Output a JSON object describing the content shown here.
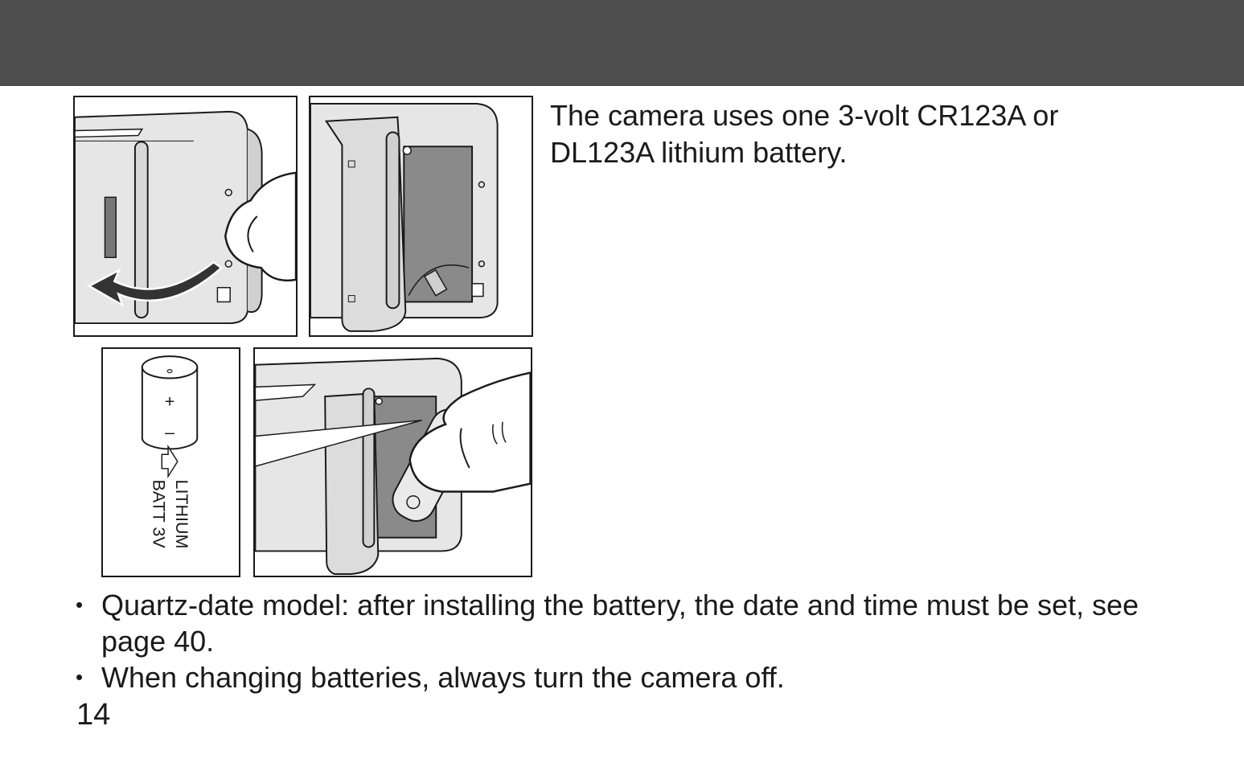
{
  "intro_text": "The camera uses one 3-volt CR123A or DL123A lithium battery.",
  "notes": [
    "Quartz-date model: after installing the battery, the date and time must be set, see page 40.",
    "When changing batteries, always turn the camera off."
  ],
  "bullet_symbol": "•",
  "page_number": "14",
  "battery_label": {
    "line1": "LITHIUM",
    "line2": "BATT 3V",
    "plus": "+",
    "minus": "–"
  }
}
